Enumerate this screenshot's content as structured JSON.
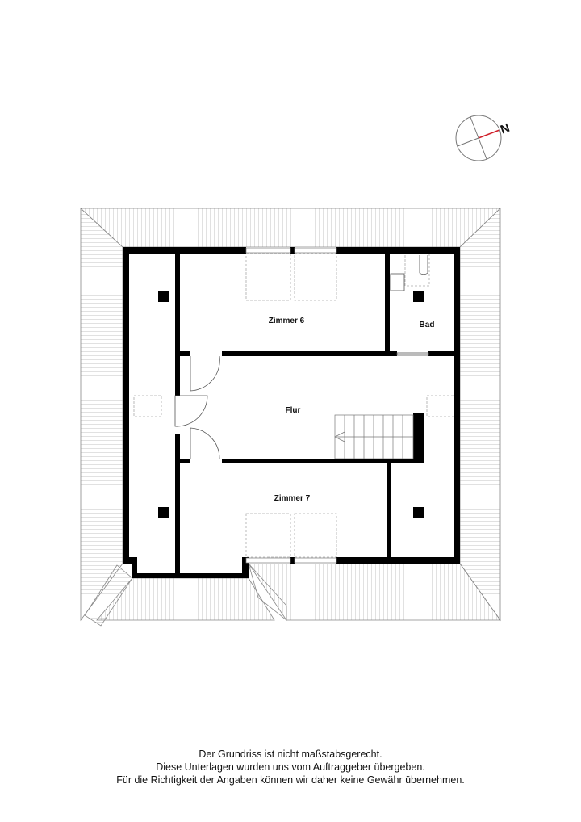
{
  "compass": {
    "north_label": "N",
    "needle_color": "#d0202a"
  },
  "rooms": {
    "zimmer6": "Zimmer 6",
    "bad": "Bad",
    "flur": "Flur",
    "zimmer7": "Zimmer 7"
  },
  "colors": {
    "wall": "#000000",
    "hatch": "#9a9a9a",
    "dashed": "#aaaaaa"
  },
  "disclaimer": {
    "line1": "Der Grundriss ist nicht maßstabsgerecht.",
    "line2": "Diese Unterlagen wurden uns vom Auftraggeber übergeben.",
    "line3": "Für die Richtigkeit der Angaben können wir daher keine Gewähr übernehmen."
  }
}
